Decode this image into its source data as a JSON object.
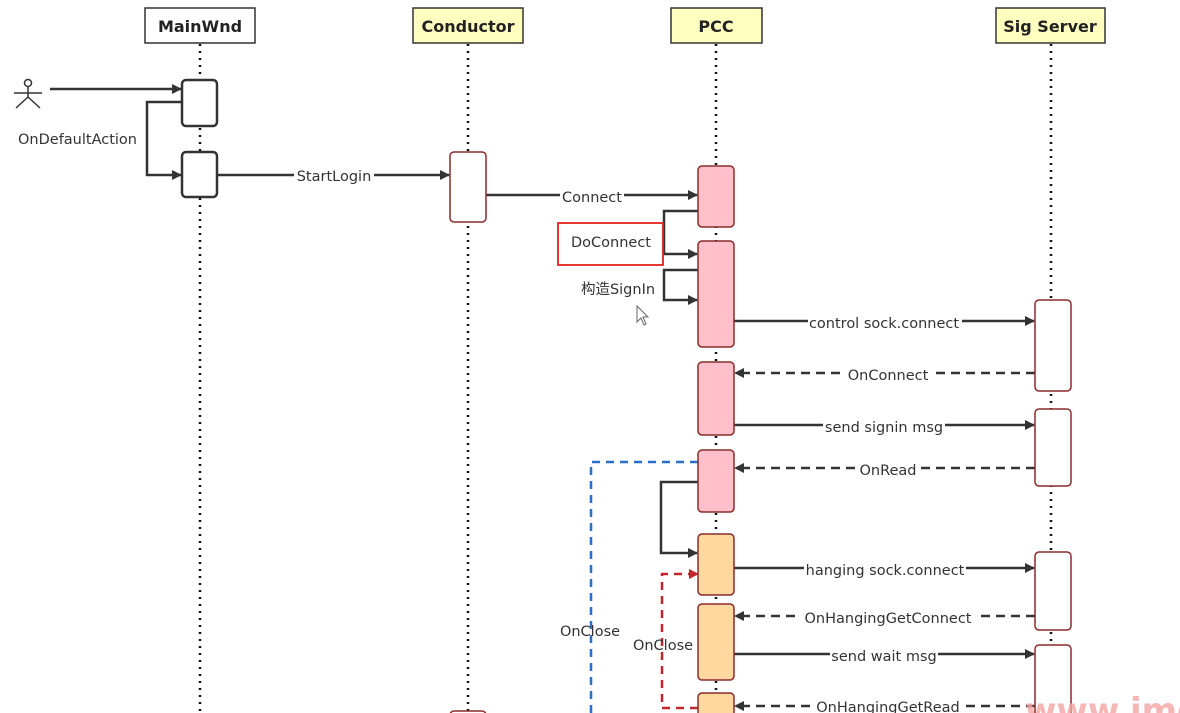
{
  "participants": [
    {
      "name": "MainWnd",
      "fill": "#ffffff"
    },
    {
      "name": "Conductor",
      "fill": "#ffffc0"
    },
    {
      "name": "PCC",
      "fill": "#ffffc0"
    },
    {
      "name": "Sig Server",
      "fill": "#ffffc0"
    }
  ],
  "messages": {
    "on_default_action": "OnDefaultAction",
    "start_login": "StartLogin",
    "connect": "Connect",
    "do_connect": "DoConnect",
    "construct_signin": "构造SignIn",
    "control_sock_connect": "control sock.connect",
    "on_connect": "OnConnect",
    "send_signin_msg": "send signin msg",
    "on_read": "OnRead",
    "hanging_sock_connect": "hanging sock.connect",
    "on_hanging_get_connect": "OnHangingGetConnect",
    "send_wait_msg": "send wait msg",
    "on_hanging_get_read": "OnHangingGetRead",
    "on_close_outer": "OnClose",
    "on_close_inner": "OnClose"
  },
  "colors": {
    "activation_pink": "#ffc0cb",
    "activation_orange": "#ffd8a0",
    "highlight_box": "#e02020",
    "on_close_outer_line": "#2a6fc9",
    "on_close_inner_line": "#c0282d"
  },
  "watermark": "www.imo"
}
